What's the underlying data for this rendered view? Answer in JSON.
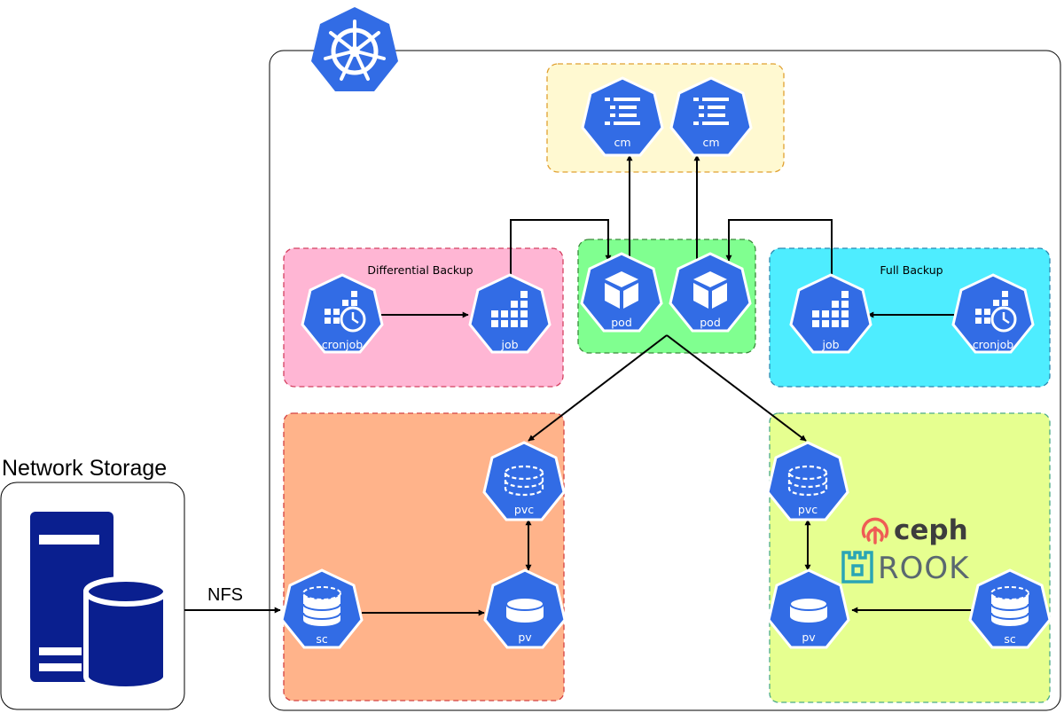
{
  "network_storage": {
    "title": "Network Storage"
  },
  "nfs_label": "NFS",
  "groups": {
    "differential": {
      "title": "Differential Backup"
    },
    "full": {
      "title": "Full Backup"
    }
  },
  "nodes": {
    "cm_1": "cm",
    "cm_2": "cm",
    "pod_1": "pod",
    "pod_2": "pod",
    "cronjob_left": "cronjob",
    "job_left": "job",
    "job_right": "job",
    "cronjob_right": "cronjob",
    "pvc_left": "pvc",
    "pv_left": "pv",
    "sc_left": "sc",
    "pvc_right": "pvc",
    "pv_right": "pv",
    "sc_right": "sc"
  },
  "logos": {
    "ceph": "ceph",
    "rook": "ROOK"
  },
  "colors": {
    "k8s_blue": "#326ce5",
    "configmap_group": "#fff9d1",
    "pod_group": "#80ff90",
    "differential_group": "#ffb6d4",
    "full_group": "#4eedff",
    "nfs_storage_group": "#ffb38a",
    "ceph_storage_group": "#e6ff90",
    "server_blue": "#0a1f8f",
    "ceph_red": "#ef5c55",
    "rook_teal": "#2aa5b5"
  }
}
